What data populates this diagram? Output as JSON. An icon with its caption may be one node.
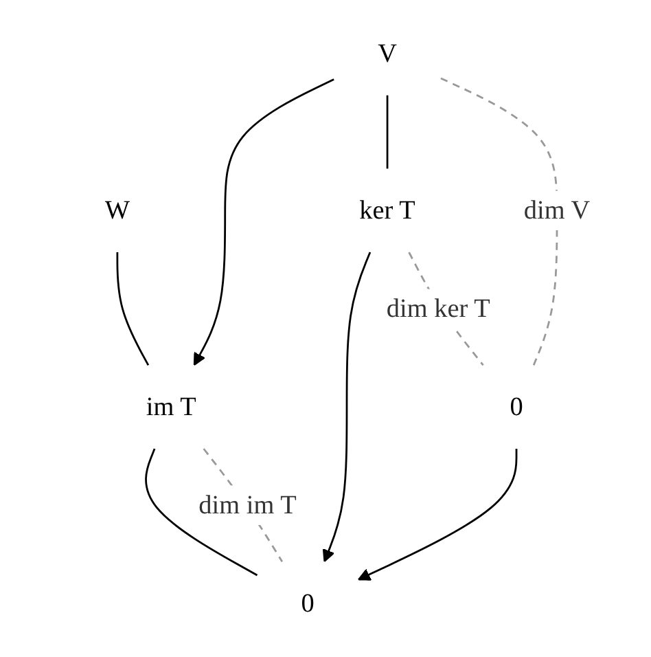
{
  "diagram": {
    "nodes": [
      {
        "text": [
          "W"
        ]
      },
      {
        "text": [
          "V"
        ]
      },
      {
        "text": [
          "im T"
        ]
      },
      {
        "text": [
          "ker T"
        ]
      },
      {
        "text": [
          "0"
        ]
      },
      {
        "text": [
          "0"
        ]
      }
    ],
    "edges": [
      {
        "from": 0,
        "to": 2,
        "arrow": "none"
      },
      {
        "from": 1,
        "to": 2,
        "arrow": "to"
      },
      {
        "from": 1,
        "to": 3,
        "arrow": "none"
      },
      {
        "from": 3,
        "to": 5,
        "arrow": "to"
      },
      {
        "from": 2,
        "to": 5,
        "arrow": "none"
      },
      {
        "from": 4,
        "to": 5,
        "arrow": "to"
      },
      {
        "from": 1,
        "to": 4,
        "arrow": "none",
        "style": "dashed",
        "color": "#999999",
        "label": "dim V"
      },
      {
        "from": 3,
        "to": 4,
        "arrow": "none",
        "style": "dashed",
        "color": "#999999",
        "label": "dim ker T"
      },
      {
        "from": 2,
        "to": 5,
        "arrow": "none",
        "style": "dashed",
        "color": "#999999",
        "label": "dim im T"
      }
    ]
  }
}
